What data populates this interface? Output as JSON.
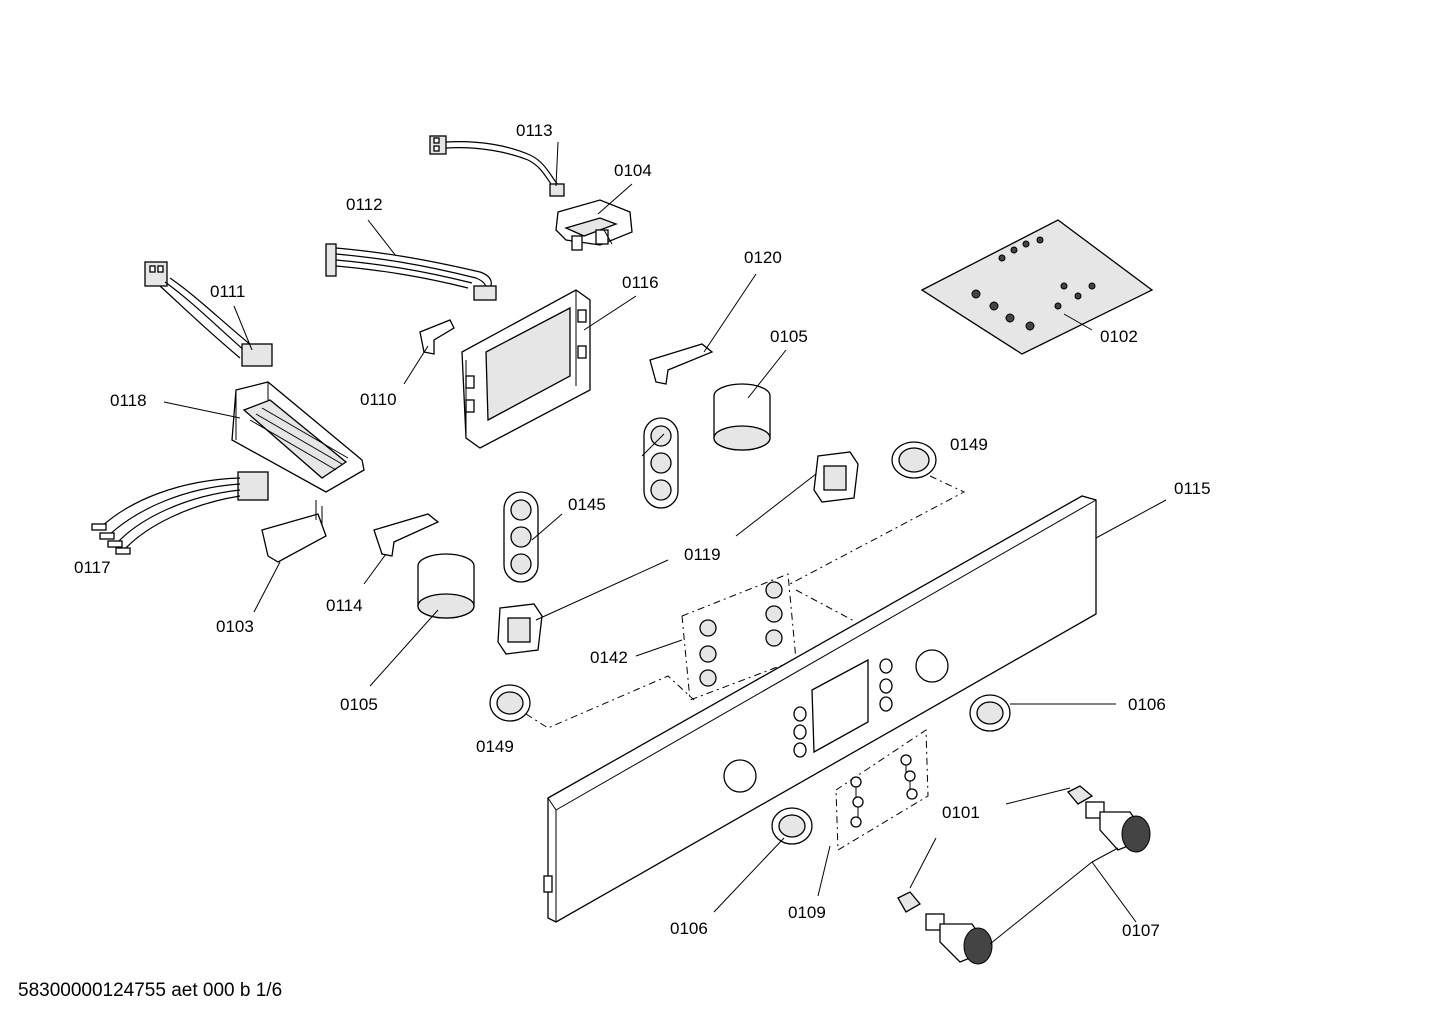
{
  "labels": {
    "p0113": "0113",
    "p0104": "0104",
    "p0112": "0112",
    "p0111": "0111",
    "p0116": "0116",
    "p0120": "0120",
    "p0105a": "0105",
    "p0102": "0102",
    "p0110": "0110",
    "p0118": "0118",
    "p0149a": "0149",
    "p0115": "0115",
    "p0145": "0145",
    "p0119": "0119",
    "p0117": "0117",
    "p0114": "0114",
    "p0103": "0103",
    "p0142": "0142",
    "p0105b": "0105",
    "p0106a": "0106",
    "p0149b": "0149",
    "p0101": "0101",
    "p0106b": "0106",
    "p0109": "0109",
    "p0107": "0107"
  },
  "footer": "58300000124755 aet 000 b 1/6"
}
